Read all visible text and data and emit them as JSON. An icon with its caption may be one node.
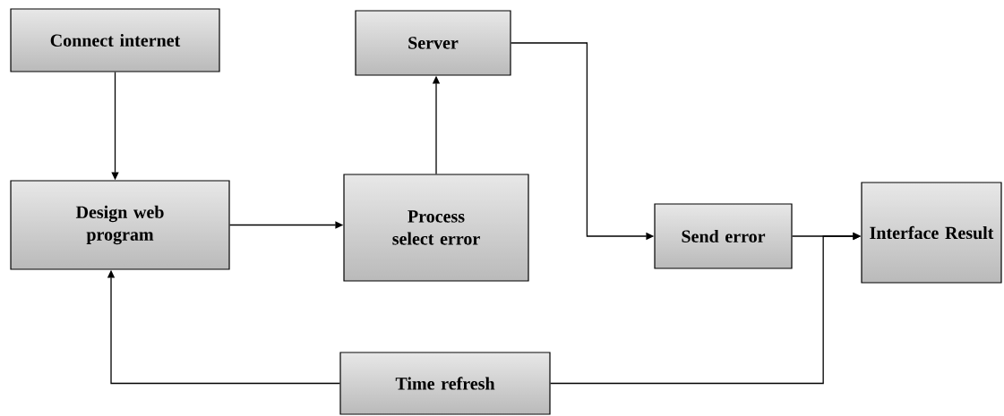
{
  "diagram": {
    "nodes": [
      {
        "text": [
          "Connect internet"
        ]
      },
      {
        "text": [
          "Design web program"
        ]
      },
      {
        "text": [
          "Process select error"
        ]
      },
      {
        "text": [
          "Server"
        ]
      },
      {
        "text": [
          "Send error"
        ]
      },
      {
        "text": [
          "Interface Result"
        ]
      },
      {
        "text": [
          "Time refresh"
        ]
      }
    ],
    "edges": [
      {
        "from": 0,
        "to": 1,
        "arrow": "to"
      },
      {
        "from": 1,
        "to": 2,
        "arrow": "to"
      },
      {
        "from": 2,
        "to": 3,
        "arrow": "to"
      },
      {
        "from": 3,
        "to": 4,
        "arrow": "to"
      },
      {
        "from": 4,
        "to": 5,
        "arrow": "to"
      },
      {
        "from": 6,
        "to": 5,
        "arrow": "to"
      },
      {
        "from": 6,
        "to": 1,
        "arrow": "to"
      }
    ]
  }
}
